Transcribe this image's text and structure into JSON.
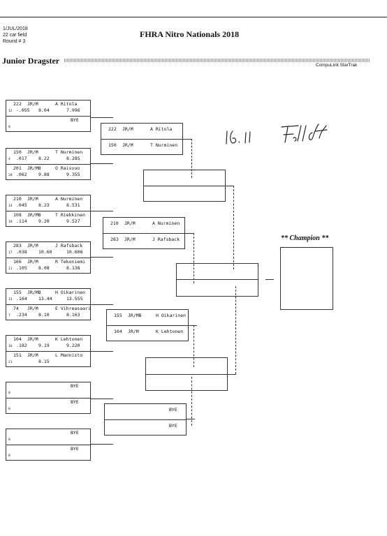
{
  "header": {
    "date": "1/JUL/2018",
    "field": "22 car field",
    "round": "Round # 3",
    "event_title": "FHRA Nitro Nationals 2018",
    "class_name": "Junior Dragster",
    "timing_system": "CompuLink StarTrak"
  },
  "round1": [
    {
      "top": {
        "num": "222",
        "cls": "JR/M",
        "driver": "A Ritola",
        "seed": "12",
        "rt": "-.055",
        "et": "8.04",
        "dial": "7.996"
      },
      "bottom": {
        "num": "",
        "cls": "",
        "driver": "BYE",
        "seed": "0",
        "rt": "",
        "et": "",
        "dial": ""
      }
    },
    {
      "top": {
        "num": "150",
        "cls": "JR/M",
        "driver": "T Nurminen",
        "seed": "4",
        "rt": ".017",
        "et": "8.22",
        "dial": "8.285"
      },
      "bottom": {
        "num": "201",
        "cls": "JR/MB",
        "driver": "O Raisvuo",
        "seed": "20",
        "rt": ".062",
        "et": "9.88",
        "dial": "9.355"
      }
    },
    {
      "top": {
        "num": "210",
        "cls": "JR/M",
        "driver": "A Nurminen",
        "seed": "14",
        "rt": ".045",
        "et": "8.23",
        "dial": "8.531"
      },
      "bottom": {
        "num": "108",
        "cls": "JR/MB",
        "driver": "T Riekkinen",
        "seed": "19",
        "rt": ".114",
        "et": "9.20",
        "dial": "9.527"
      }
    },
    {
      "top": {
        "num": "283",
        "cls": "JR/M",
        "driver": "J Rafsback",
        "seed": "17",
        "rt": ".038",
        "et": "10.60",
        "dial": "10.606"
      },
      "bottom": {
        "num": "166",
        "cls": "JR/M",
        "driver": "R Tekoniemi",
        "seed": "11",
        "rt": ".105",
        "et": "8.08",
        "dial": "8.138"
      }
    },
    {
      "top": {
        "num": "155",
        "cls": "JR/MB",
        "driver": "H Oikarinen",
        "seed": "13",
        "rt": ".164",
        "et": "13.44",
        "dial": "13.555"
      },
      "bottom": {
        "num": "74",
        "cls": "JR/M",
        "driver": "E Vihreasaari",
        "seed": "7",
        "rt": ".234",
        "et": "8.10",
        "dial": "8.163"
      }
    },
    {
      "top": {
        "num": "104",
        "cls": "JR/M",
        "driver": "K Lehtonen",
        "seed": "16",
        "rt": ".182",
        "et": "9.19",
        "dial": "9.220"
      },
      "bottom": {
        "num": "151",
        "cls": "JR/M",
        "driver": "L Mannisto",
        "seed": "21",
        "rt": "",
        "et": "8.15",
        "dial": ""
      }
    },
    {
      "top": {
        "num": "",
        "cls": "",
        "driver": "BYE",
        "seed": "0",
        "rt": "",
        "et": "",
        "dial": ""
      },
      "bottom": {
        "num": "",
        "cls": "",
        "driver": "BYE",
        "seed": "0",
        "rt": "",
        "et": "",
        "dial": ""
      }
    },
    {
      "top": {
        "num": "",
        "cls": "",
        "driver": "BYE",
        "seed": "0",
        "rt": "",
        "et": "",
        "dial": ""
      },
      "bottom": {
        "num": "",
        "cls": "",
        "driver": "BYE",
        "seed": "0",
        "rt": "",
        "et": "",
        "dial": ""
      }
    }
  ],
  "round2": [
    {
      "top": {
        "num": "222",
        "cls": "JR/M",
        "driver": "A Ritola"
      },
      "bottom": {
        "num": "150",
        "cls": "JR/M",
        "driver": "T Nurminen"
      }
    },
    {
      "top": {
        "num": "210",
        "cls": "JR/M",
        "driver": "A Nurminen"
      },
      "bottom": {
        "num": "283",
        "cls": "JR/M",
        "driver": "J Rafsback"
      }
    },
    {
      "top": {
        "num": "155",
        "cls": "JR/MB",
        "driver": "H Oikarinen"
      },
      "bottom": {
        "num": "104",
        "cls": "JR/M",
        "driver": "K Lehtonen"
      }
    },
    {
      "top": {
        "num": "",
        "cls": "",
        "driver": "BYE"
      },
      "bottom": {
        "num": "",
        "cls": "",
        "driver": "BYE"
      }
    }
  ],
  "champion_label": "** Champion **",
  "handwritten_note": "16.11 Fell off"
}
